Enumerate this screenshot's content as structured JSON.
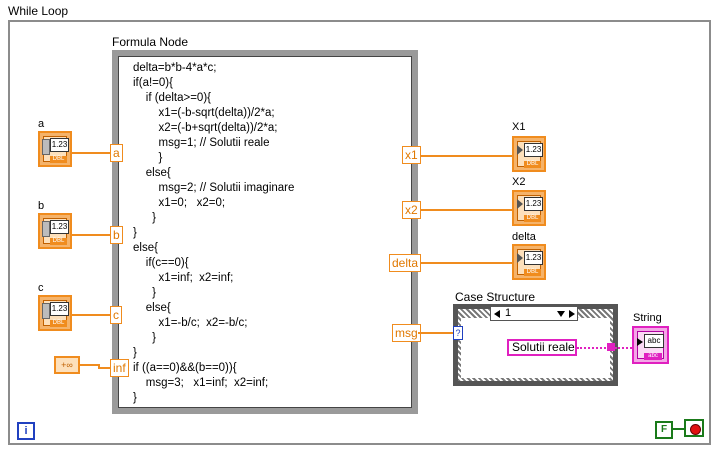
{
  "while_loop": {
    "label": "While Loop"
  },
  "formula_node": {
    "label": "Formula Node",
    "code": "delta=b*b-4*a*c;\nif(a!=0){\n    if (delta>=0){\n        x1=(-b-sqrt(delta))/2*a;\n        x2=(-b+sqrt(delta))/2*a;\n        msg=1; // Solutii reale\n        }\n    else{\n        msg=2; // Solutii imaginare\n        x1=0;   x2=0;\n      }\n}\nelse{\n    if(c==0){\n        x1=inf;  x2=inf;\n      }\n    else{\n        x1=-b/c;  x2=-b/c;\n      }\n}\nif ((a==0)&&(b==0)){\n    msg=3;   x1=inf;  x2=inf;\n}",
    "inputs": [
      "a",
      "b",
      "c",
      "inf"
    ],
    "outputs": [
      "x1",
      "x2",
      "delta",
      "msg"
    ]
  },
  "controls": {
    "a": {
      "label": "a",
      "value": "1.23",
      "type": "DBL"
    },
    "b": {
      "label": "b",
      "value": "1.23",
      "type": "DBL"
    },
    "c": {
      "label": "c",
      "value": "1.23",
      "type": "DBL"
    },
    "inf_constant": "+∞"
  },
  "indicators": {
    "x1": {
      "label": "X1",
      "value": "1.23",
      "type": "DBL"
    },
    "x2": {
      "label": "X2",
      "value": "1.23",
      "type": "DBL"
    },
    "delta": {
      "label": "delta",
      "value": "1.23",
      "type": "DBL"
    },
    "string": {
      "label": "String",
      "value": "abc",
      "type": "abc"
    }
  },
  "case_structure": {
    "label": "Case Structure",
    "selected_case": "1",
    "string_constant": "Solutii reale",
    "selector_mark": "?"
  },
  "loop_terminals": {
    "iteration": "i",
    "false_constant": "F"
  },
  "colors": {
    "numeric_wire": "#f08c1e",
    "string_wire": "#e020c0",
    "boolean": "#1a7a1a",
    "integer": "#2040c0"
  }
}
